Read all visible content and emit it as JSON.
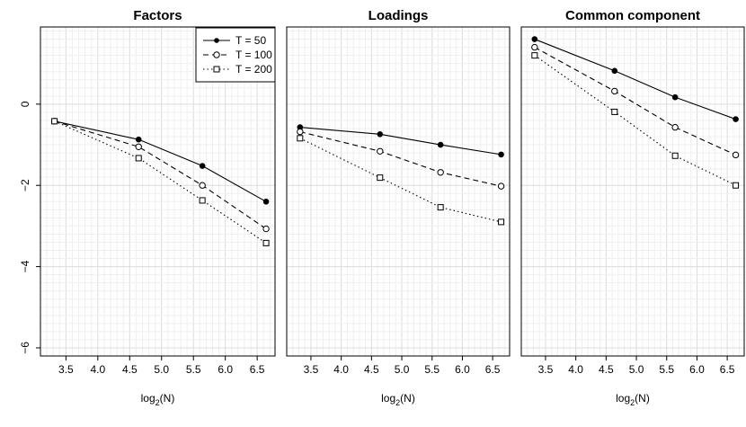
{
  "chart_data": [
    {
      "type": "line",
      "title": "Factors",
      "xlabel": "log",
      "xlabel_sub": "2",
      "xlabel_suffix": "(N)",
      "ylabel": "",
      "x": [
        3.32,
        4.64,
        5.64,
        6.64
      ],
      "xticks": [
        3.5,
        4.0,
        4.5,
        5.0,
        5.5,
        6.0,
        6.5
      ],
      "xtick_labels": [
        "3.5",
        "4.0",
        "4.5",
        "5.0",
        "5.5",
        "6.0",
        "6.5"
      ],
      "yticks": [
        0,
        -2,
        -4,
        -6
      ],
      "ytick_labels": [
        "0",
        "−2",
        "−4",
        "−6"
      ],
      "xlim": [
        3.1,
        6.78
      ],
      "ylim": [
        -6.2,
        1.9
      ],
      "grid": true,
      "legend_position": "top-right",
      "series": [
        {
          "name": "T = 50",
          "values": [
            -0.42,
            -0.87,
            -1.52,
            -2.4
          ],
          "line": "solid",
          "marker": "filled-circle"
        },
        {
          "name": "T = 100",
          "values": [
            -0.42,
            -1.05,
            -2.0,
            -3.07
          ],
          "line": "dashed",
          "marker": "open-circle"
        },
        {
          "name": "T = 200",
          "values": [
            -0.42,
            -1.33,
            -2.37,
            -3.42
          ],
          "line": "dotted",
          "marker": "open-square"
        }
      ]
    },
    {
      "type": "line",
      "title": "Loadings",
      "xlabel": "log",
      "xlabel_sub": "2",
      "xlabel_suffix": "(N)",
      "ylabel": "",
      "x": [
        3.32,
        4.64,
        5.64,
        6.64
      ],
      "xticks": [
        3.5,
        4.0,
        4.5,
        5.0,
        5.5,
        6.0,
        6.5
      ],
      "xtick_labels": [
        "3.5",
        "4.0",
        "4.5",
        "5.0",
        "5.5",
        "6.0",
        "6.5"
      ],
      "yticks": [],
      "ytick_labels": [],
      "xlim": [
        3.1,
        6.78
      ],
      "ylim": [
        -6.2,
        1.9
      ],
      "grid": true,
      "series": [
        {
          "values": [
            -0.57,
            -0.74,
            -1.0,
            -1.24
          ],
          "line": "solid",
          "marker": "filled-circle"
        },
        {
          "values": [
            -0.68,
            -1.16,
            -1.68,
            -2.02
          ],
          "line": "dashed",
          "marker": "open-circle"
        },
        {
          "values": [
            -0.84,
            -1.81,
            -2.54,
            -2.9
          ],
          "line": "dotted",
          "marker": "open-square"
        }
      ]
    },
    {
      "type": "line",
      "title": "Common component",
      "xlabel": "log",
      "xlabel_sub": "2",
      "xlabel_suffix": "(N)",
      "ylabel": "",
      "x": [
        3.32,
        4.64,
        5.64,
        6.64
      ],
      "xticks": [
        3.5,
        4.0,
        4.5,
        5.0,
        5.5,
        6.0,
        6.5
      ],
      "xtick_labels": [
        "3.5",
        "4.0",
        "4.5",
        "5.0",
        "5.5",
        "6.0",
        "6.5"
      ],
      "yticks": [],
      "ytick_labels": [],
      "xlim": [
        3.1,
        6.78
      ],
      "ylim": [
        -6.2,
        1.9
      ],
      "grid": true,
      "series": [
        {
          "values": [
            1.6,
            0.82,
            0.17,
            -0.37
          ],
          "line": "solid",
          "marker": "filled-circle"
        },
        {
          "values": [
            1.4,
            0.32,
            -0.57,
            -1.25
          ],
          "line": "dashed",
          "marker": "open-circle"
        },
        {
          "values": [
            1.2,
            -0.19,
            -1.27,
            -2.0
          ],
          "line": "dotted",
          "marker": "open-square"
        }
      ]
    }
  ]
}
